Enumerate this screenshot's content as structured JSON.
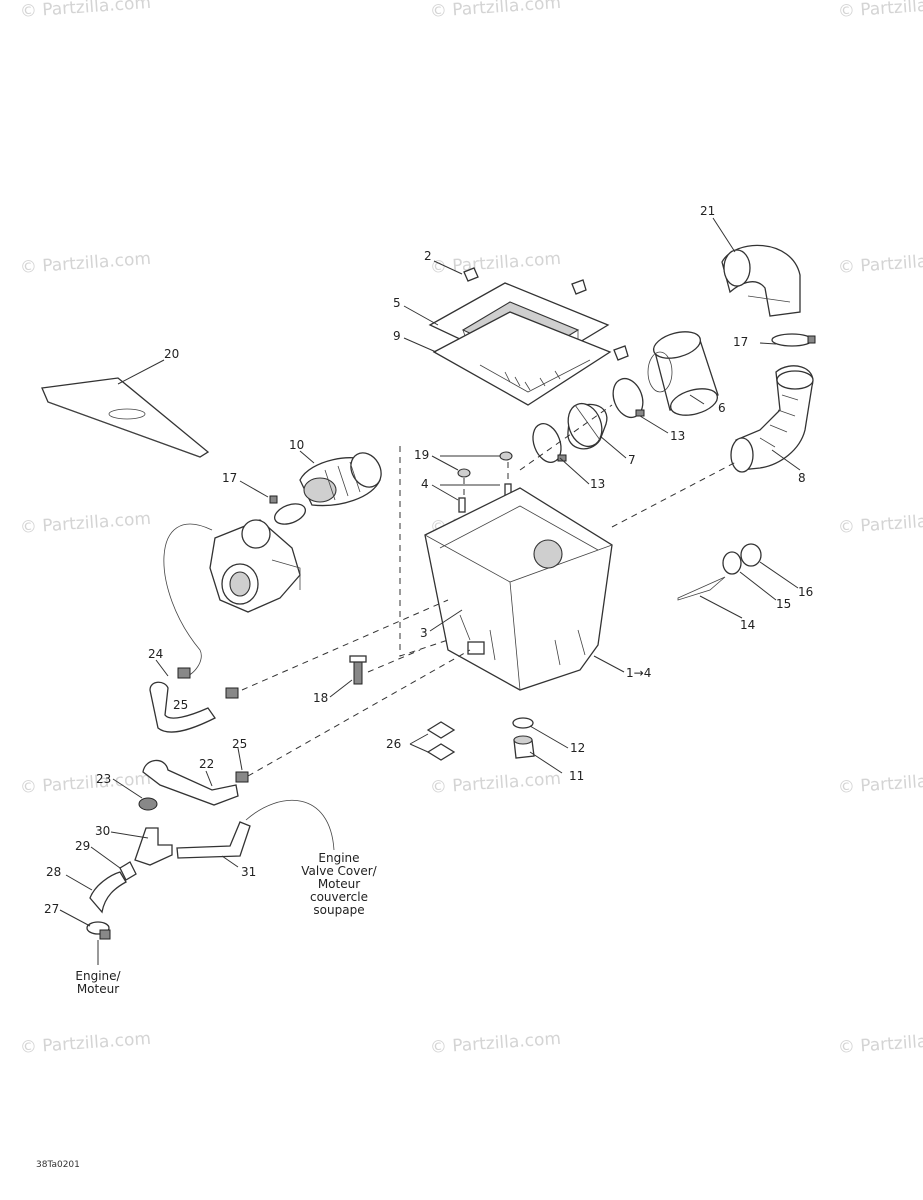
{
  "watermark_text": "© Partzilla.com",
  "drawing_code": "38Ta0201",
  "callouts": {
    "c1": "1→4",
    "c2": "2",
    "c3": "3",
    "c4a": "4",
    "c5": "5",
    "c6": "6",
    "c7": "7",
    "c8": "8",
    "c9": "9",
    "c10": "10",
    "c11": "11",
    "c12": "12",
    "c13a": "13",
    "c13b": "13",
    "c14": "14",
    "c15": "15",
    "c16": "16",
    "c17a": "17",
    "c17b": "17",
    "c18": "18",
    "c19": "19",
    "c20": "20",
    "c21": "21",
    "c22": "22",
    "c23": "23",
    "c24": "24",
    "c25a": "25",
    "c25b": "25",
    "c26": "26",
    "c27": "27",
    "c28": "28",
    "c29": "29",
    "c30": "30",
    "c31": "31"
  },
  "notes": {
    "valve_cover": [
      "Engine",
      "Valve Cover/",
      "Moteur",
      "couvercle",
      "soupape"
    ],
    "engine": [
      "Engine/",
      "Moteur"
    ]
  },
  "icons": [
    "air-filter-box-icon",
    "hose-icon",
    "clamp-icon",
    "carburetor-icon"
  ]
}
